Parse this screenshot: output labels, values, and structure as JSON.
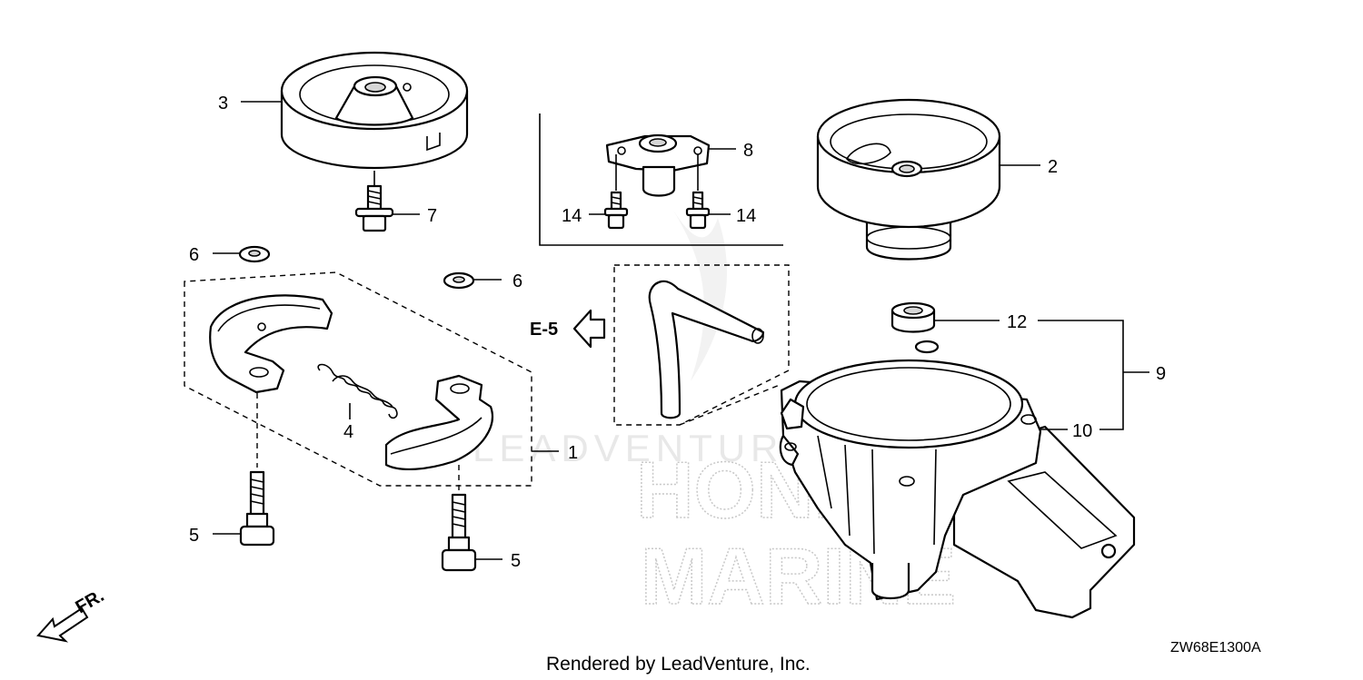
{
  "diagram": {
    "callouts": {
      "c1": "1",
      "c2": "2",
      "c3": "3",
      "c4": "4",
      "c5a": "5",
      "c5b": "5",
      "c6a": "6",
      "c6b": "6",
      "c7": "7",
      "c8": "8",
      "c9": "9",
      "c10": "10",
      "c12": "12",
      "c14a": "14",
      "c14b": "14"
    },
    "reference": "E-5",
    "direction_label": "FR.",
    "watermark_text": "LEADVENTURE",
    "watermark_brand_top": "HONDA",
    "watermark_brand_bottom": "MARINE",
    "credit": "Rendered by LeadVenture, Inc.",
    "diagram_code": "ZW68E1300A"
  }
}
